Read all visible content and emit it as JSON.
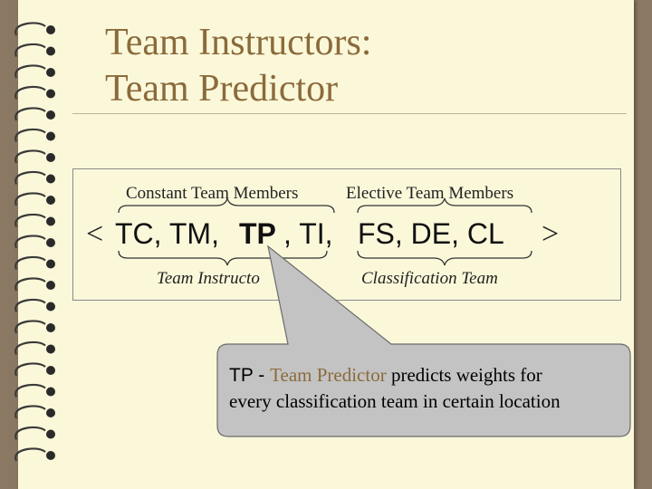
{
  "slide": {
    "title_line1": "Team Instructors:",
    "title_line2": "Team Predictor"
  },
  "figure": {
    "label_constant": "Constant Team Members",
    "label_elective": "Elective Team Members",
    "open_bracket": "<",
    "close_bracket": ">",
    "members_tc_tm": "TC, TM,",
    "member_tp": "TP",
    "members_ti": ", TI,",
    "members_elective": "FS, DE, CL",
    "label_instructors": "Team Instructo",
    "label_classification": "Classification Team"
  },
  "callout": {
    "term": "TP",
    "dash": " - ",
    "name": "Team Predictor",
    "line1_rest": " predicts weights for",
    "line2": "every classification team in certain location"
  },
  "colors": {
    "background": "#8b7862",
    "page": "#fbf8da",
    "title": "#8b6a3b",
    "callout_fill": "#c3c3c3"
  }
}
